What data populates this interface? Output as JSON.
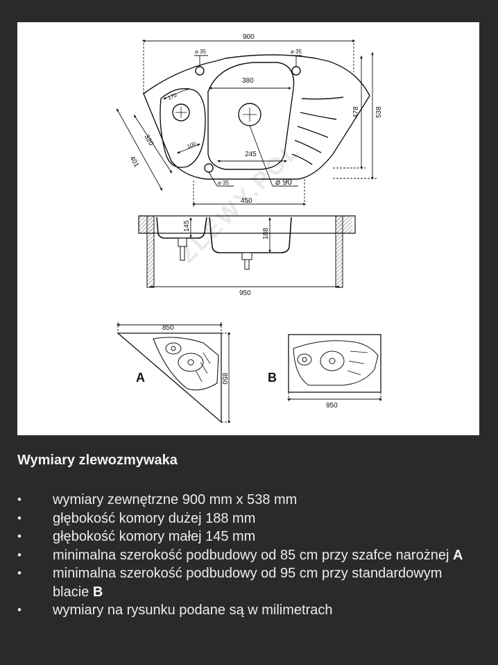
{
  "drawing": {
    "watermark": "ZLEWY.POL",
    "top_view": {
      "overall_width": "900",
      "overall_height": "538",
      "inner_height": "478",
      "big_bowl_width": "380",
      "big_bowl_bottom": "245",
      "small_bowl_width": "170",
      "small_bowl_bottom": "100",
      "small_bowl_length": "320",
      "left_side": "401",
      "front_width": "450",
      "hole_left": "⌀ 35",
      "hole_right": "⌀ 35",
      "hole_bottom": "⌀ 35",
      "drain": "⌀ 90"
    },
    "section_view": {
      "small_depth": "145",
      "big_depth": "188",
      "total_width": "950"
    },
    "variant_a": {
      "letter": "A",
      "width": "850",
      "height": "850"
    },
    "variant_b": {
      "letter": "B",
      "width": "950"
    }
  },
  "content": {
    "title": "Wymiary zlewozmywaka",
    "items": [
      {
        "text": "wymiary zewnętrzne 900 mm x 538 mm",
        "bold": ""
      },
      {
        "text": "głębokość komory dużej 188 mm",
        "bold": ""
      },
      {
        "text": "głębokość komory małej 145 mm",
        "bold": ""
      },
      {
        "text": "minimalna szerokość podbudowy od 85 cm przy szafce narożnej ",
        "bold": "A"
      },
      {
        "text": "minimalna szerokość podbudowy od 95 cm przy standardowym blacie ",
        "bold": "B"
      },
      {
        "text": "wymiary na rysunku podane są w milimetrach",
        "bold": ""
      }
    ]
  }
}
